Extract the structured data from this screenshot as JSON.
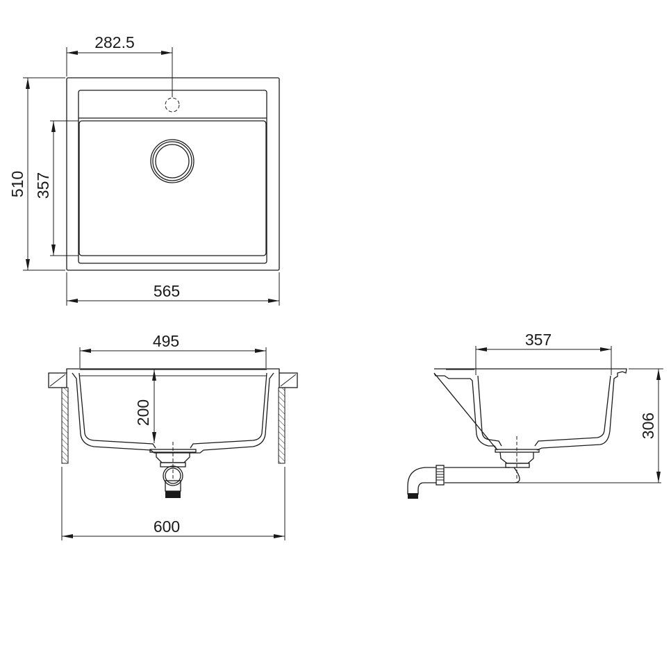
{
  "drawing": {
    "type": "technical-drawing",
    "subject": "single-bowl kitchen sink",
    "units": "mm",
    "line_color": "#1a1a1a",
    "background": "#ffffff"
  },
  "top_view": {
    "dimensions": {
      "tap_hole_offset": "282.5",
      "overall_depth": "510",
      "bowl_depth": "357",
      "overall_width": "565"
    }
  },
  "front_view": {
    "dimensions": {
      "bowl_width": "495",
      "bowl_height": "200",
      "cabinet_width": "600"
    }
  },
  "side_view": {
    "dimensions": {
      "bowl_depth": "357",
      "total_height": "306"
    }
  }
}
